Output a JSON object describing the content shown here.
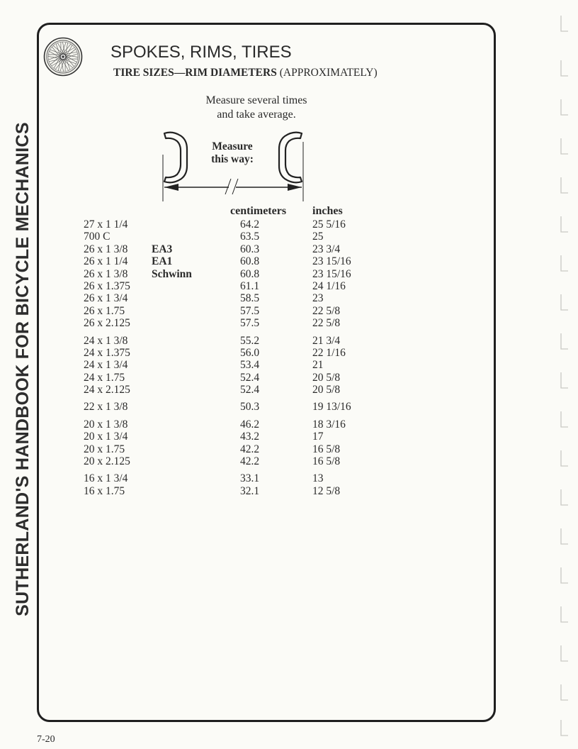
{
  "side_title": "SUTHERLAND'S HANDBOOK FOR BICYCLE MECHANICS",
  "header": {
    "title": "SPOKES, RIMS, TIRES",
    "subtitle_bold": "TIRE SIZES—RIM DIAMETERS",
    "subtitle_rest": " (APPROXIMATELY)"
  },
  "note": {
    "line1": "Measure several times",
    "line2": "and take average."
  },
  "diagram": {
    "label_line1": "Measure",
    "label_line2": "this way:"
  },
  "table": {
    "headers": {
      "cm": "centimeters",
      "inches": "inches"
    },
    "groups": [
      [
        {
          "size": "27 x 1 1/4",
          "note": "",
          "cm": "64.2",
          "inches": "25 5/16"
        },
        {
          "size": "700 C",
          "note": "",
          "cm": "63.5",
          "inches": "25"
        },
        {
          "size": "26 x 1 3/8",
          "note": "EA3",
          "cm": "60.3",
          "inches": "23 3/4"
        },
        {
          "size": "26 x 1 1/4",
          "note": "EA1",
          "cm": "60.8",
          "inches": "23 15/16"
        },
        {
          "size": "26 x 1 3/8",
          "note": "Schwinn",
          "cm": "60.8",
          "inches": "23 15/16"
        },
        {
          "size": "26 x 1.375",
          "note": "",
          "cm": "61.1",
          "inches": "24 1/16"
        },
        {
          "size": "26 x 1 3/4",
          "note": "",
          "cm": "58.5",
          "inches": "23"
        },
        {
          "size": "26 x 1.75",
          "note": "",
          "cm": "57.5",
          "inches": "22 5/8"
        },
        {
          "size": "26 x 2.125",
          "note": "",
          "cm": "57.5",
          "inches": "22 5/8"
        }
      ],
      [
        {
          "size": "24 x 1 3/8",
          "note": "",
          "cm": "55.2",
          "inches": "21 3/4"
        },
        {
          "size": "24 x 1.375",
          "note": "",
          "cm": "56.0",
          "inches": "22 1/16"
        },
        {
          "size": "24 x 1 3/4",
          "note": "",
          "cm": "53.4",
          "inches": "21"
        },
        {
          "size": "24 x 1.75",
          "note": "",
          "cm": "52.4",
          "inches": "20 5/8"
        },
        {
          "size": "24 x 2.125",
          "note": "",
          "cm": "52.4",
          "inches": "20 5/8"
        }
      ],
      [
        {
          "size": "22 x 1 3/8",
          "note": "",
          "cm": "50.3",
          "inches": "19 13/16"
        }
      ],
      [
        {
          "size": "20 x 1 3/8",
          "note": "",
          "cm": "46.2",
          "inches": "18 3/16"
        },
        {
          "size": "20 x 1 3/4",
          "note": "",
          "cm": "43.2",
          "inches": "17"
        },
        {
          "size": "20 x 1.75",
          "note": "",
          "cm": "42.2",
          "inches": "16 5/8"
        },
        {
          "size": "20 x 2.125",
          "note": "",
          "cm": "42.2",
          "inches": "16 5/8"
        }
      ],
      [
        {
          "size": "16 x 1 3/4",
          "note": "",
          "cm": "33.1",
          "inches": "13"
        },
        {
          "size": "16 x 1.75",
          "note": "",
          "cm": "32.1",
          "inches": "12 5/8"
        }
      ]
    ]
  },
  "page_number": "7-20"
}
